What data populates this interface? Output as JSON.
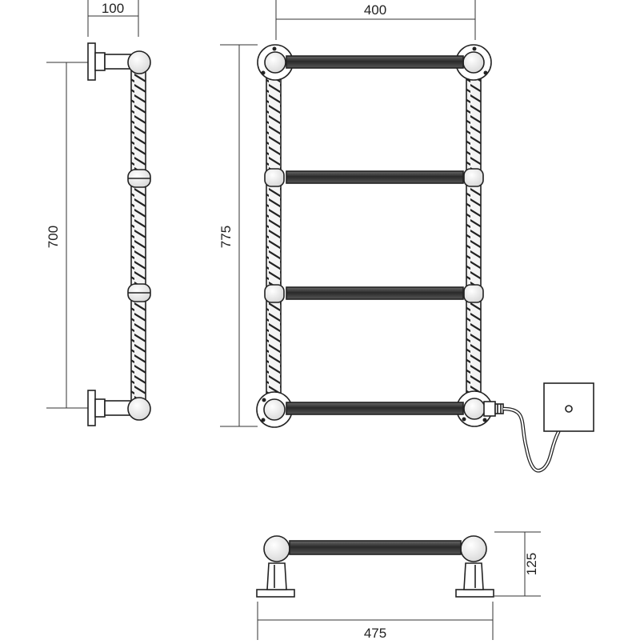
{
  "drawing": {
    "dimensions": {
      "side_depth": "100",
      "side_height": "700",
      "front_width": "400",
      "front_height": "775",
      "bottom_depth": "125",
      "bottom_width": "475"
    },
    "rail_count": 4,
    "colors": {
      "ink": "#222222",
      "rail_fill": "#3a3a3a",
      "background": "#ffffff"
    },
    "views": [
      "side-view",
      "front-view",
      "top-view"
    ],
    "icons": [
      "electrical-socket-icon",
      "power-cable-icon",
      "heating-element-icon"
    ]
  }
}
